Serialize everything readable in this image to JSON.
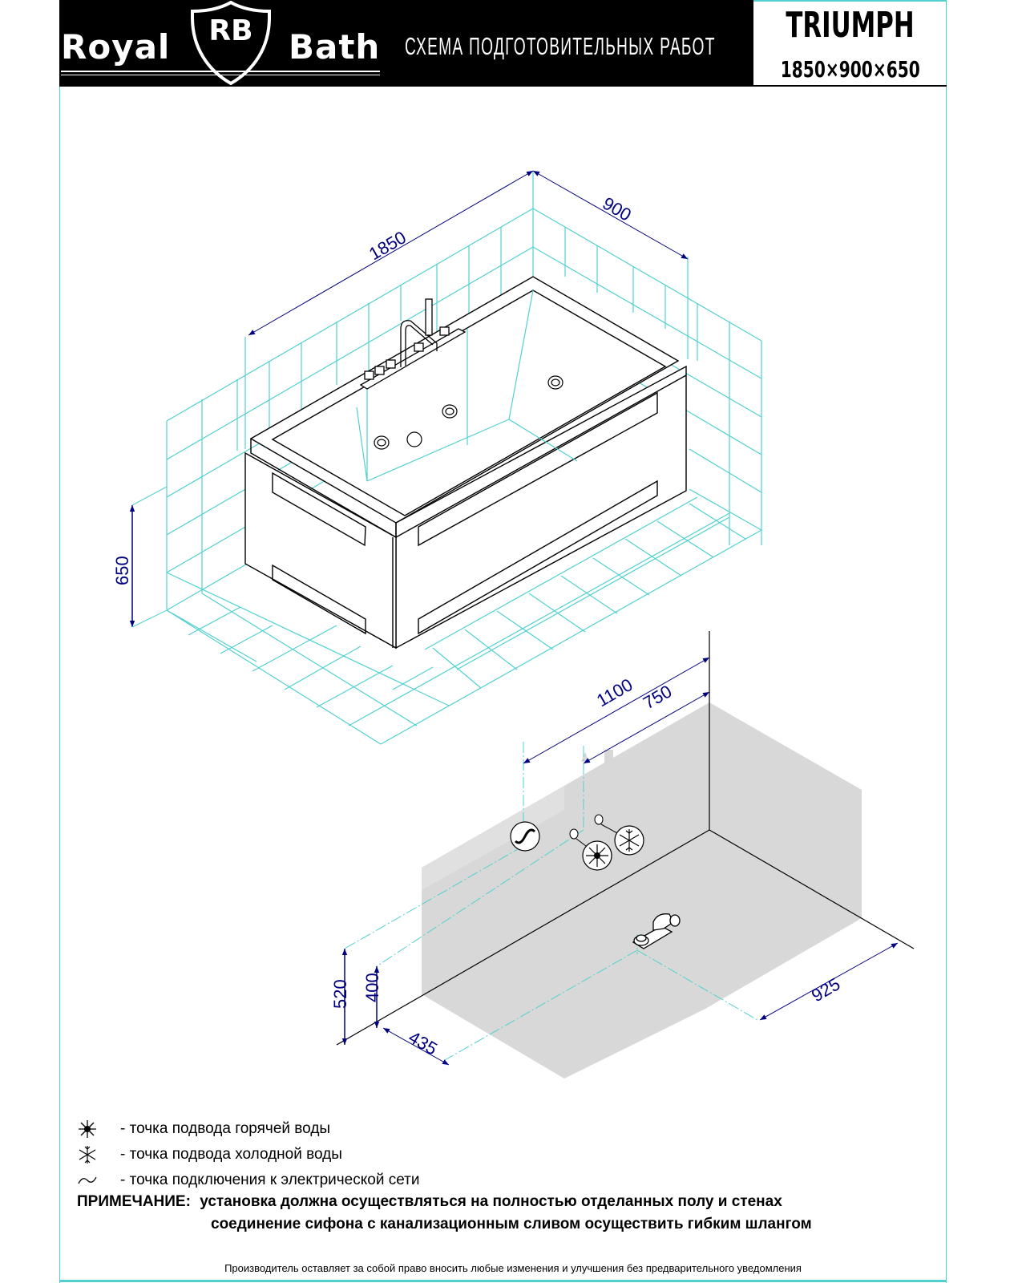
{
  "header": {
    "brand_left": "Royal",
    "brand_monogram": "RB",
    "brand_right": "Bath",
    "subtitle": "СХЕМА ПОДГОТОВИТЕЛЬНЫХ РАБОТ",
    "model_name": "TRIUMPH",
    "model_size": "1850×900×650"
  },
  "colors": {
    "grid": "#52d0d0",
    "dimension": "#000080",
    "outline": "#000000",
    "floor_shade": "#d8d8d8",
    "header_bg": "#000000"
  },
  "upper_drawing": {
    "dimensions": {
      "length": "1850",
      "width": "900",
      "height": "650"
    },
    "fixtures": [
      "faucet-mixer",
      "hand-shower",
      "control-buttons",
      "hydromassage-jets"
    ]
  },
  "lower_drawing": {
    "dimensions": {
      "power_offset": "1100",
      "water_offset": "750",
      "power_height": "520",
      "water_height": "400",
      "drain_from_wall": "435",
      "drain_from_side": "925"
    },
    "symbols": [
      "power-outlet",
      "hot-water-inlet",
      "cold-water-inlet",
      "siphon-drain"
    ]
  },
  "legend": {
    "items": [
      {
        "icon": "hot-water-icon",
        "text": "- точка подвода горячей воды"
      },
      {
        "icon": "cold-water-icon",
        "text": "- точка подвода холодной воды"
      },
      {
        "icon": "power-icon",
        "text": "- точка подключения к электрической сети"
      }
    ]
  },
  "note": {
    "label": "ПРИМЕЧАНИЕ:",
    "line1": "установка должна осуществляться на полностью отделанных полу и стенах",
    "line2": "соединение сифона с канализационным сливом осуществить гибким шлангом"
  },
  "disclaimer": "Производитель оставляет за собой право вносить любые изменения и улучшения без предварительного уведомления"
}
